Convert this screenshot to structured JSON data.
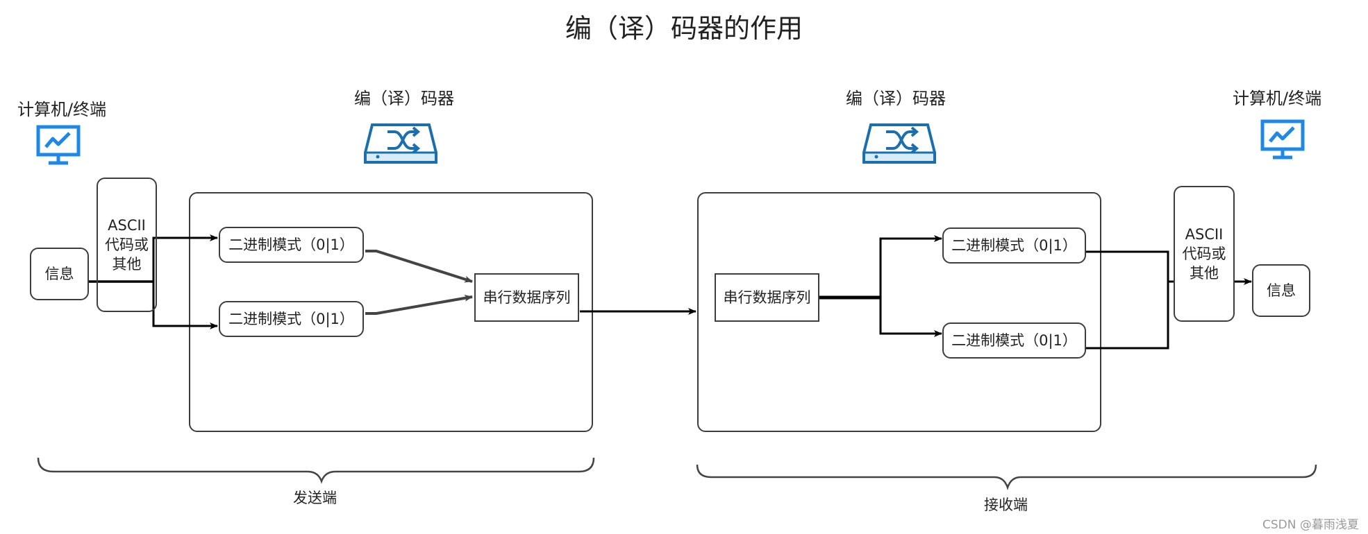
{
  "title": "编（译）码器的作用",
  "sender": {
    "computer_label": "计算机/终端",
    "codec_label": "编（译）码器",
    "info_box": "信息",
    "ascii_box": [
      "ASCII",
      "代码或",
      "其他"
    ],
    "binary_mode_1": "二进制模式（0|1）",
    "binary_mode_2": "二进制模式（0|1）",
    "serial_box": "串行数据序列",
    "brace_label": "发送端"
  },
  "receiver": {
    "codec_label": "编（译）码器",
    "computer_label": "计算机/终端",
    "serial_box": "串行数据序列",
    "binary_mode_1": "二进制模式（0|1）",
    "binary_mode_2": "二进制模式（0|1）",
    "ascii_box": [
      "ASCII",
      "代码或",
      "其他"
    ],
    "info_box": "信息",
    "brace_label": "接收端"
  },
  "watermark": "CSDN @暮雨浅夏",
  "icons": {
    "monitor": "monitor-icon",
    "codec": "shuffle-router-icon"
  },
  "colors": {
    "icon_blue": "#1e88e5",
    "codec_blue": "#1b6fae",
    "codec_fill": "#d7ecf8",
    "line": "#3d3d3d",
    "wire_dark": "#000000"
  }
}
